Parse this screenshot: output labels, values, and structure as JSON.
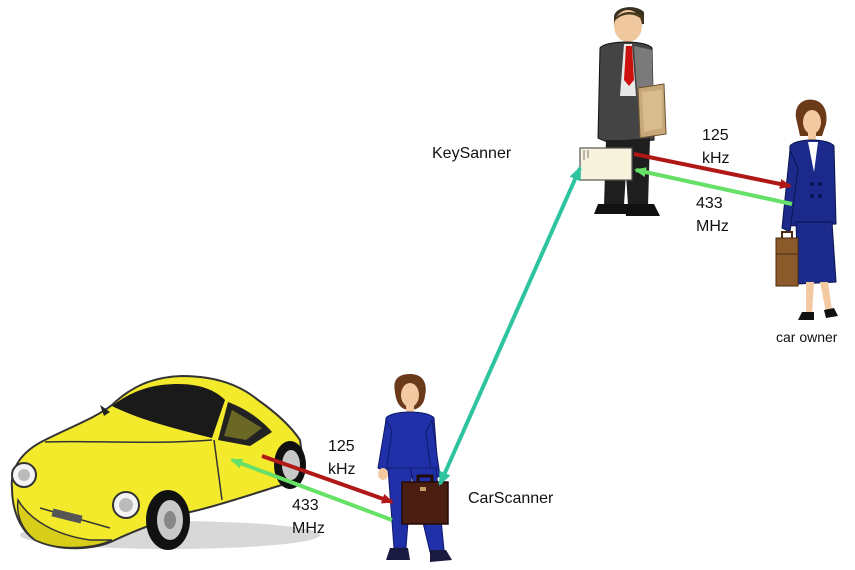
{
  "labels": {
    "keyscanner": "KeySanner",
    "carscanner": "CarScanner",
    "car_owner": "car owner",
    "top_low_freq_value": "125",
    "top_low_freq_unit": "kHz",
    "top_high_freq_value": "433",
    "top_high_freq_unit": "MHz",
    "bottom_low_freq_value": "125",
    "bottom_low_freq_unit": "kHz",
    "bottom_high_freq_value": "433",
    "bottom_high_freq_unit": "MHz"
  },
  "colors": {
    "low_freq_arrow": "#b01818",
    "high_freq_arrow": "#66e066",
    "relay_link": "#2ec4a0",
    "car_body": "#f4ea2c",
    "woman_suit": "#2030a8",
    "owner_suit": "#1c2a8c",
    "man_suit": "#444444",
    "briefcase": "#4a1e10"
  },
  "icons": {
    "car": "sports-car-icon",
    "scanner_person_bottom": "woman-with-briefcase-icon",
    "scanner_person_top": "businessman-icon",
    "owner": "businesswoman-icon"
  }
}
